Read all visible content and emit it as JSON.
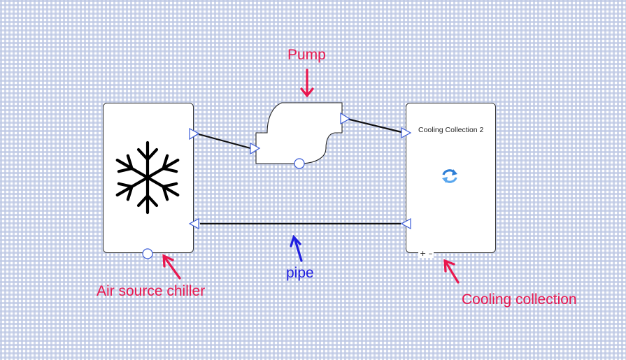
{
  "labels": {
    "pump": "Pump",
    "pipe": "pipe",
    "air_source_chiller": "Air source chiller",
    "cooling_collection": "Cooling collection"
  },
  "blocks": {
    "cooling_collection_title": "Cooling Collection 2",
    "cooling_collection_port_signs": "+ –"
  },
  "colors": {
    "annotation_red": "#e8174f",
    "annotation_blue": "#1f1fe0",
    "port_blue": "#3a5bd8",
    "grid": "#c6cce6",
    "line": "#111111"
  },
  "icons": {
    "chiller": "snowflake-icon",
    "cooling_collection": "refresh-icon",
    "pump": "pump-shape"
  }
}
